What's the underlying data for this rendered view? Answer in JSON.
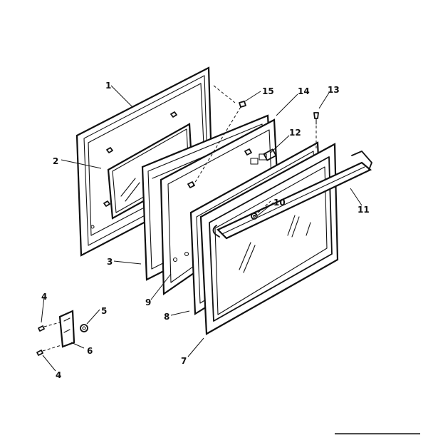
{
  "callouts": [
    {
      "id": "1",
      "label": "1"
    },
    {
      "id": "2",
      "label": "2"
    },
    {
      "id": "3",
      "label": "3"
    },
    {
      "id": "4a",
      "label": "4"
    },
    {
      "id": "4b",
      "label": "4"
    },
    {
      "id": "5",
      "label": "5"
    },
    {
      "id": "6",
      "label": "6"
    },
    {
      "id": "7",
      "label": "7"
    },
    {
      "id": "8",
      "label": "8"
    },
    {
      "id": "9",
      "label": "9"
    },
    {
      "id": "10",
      "label": "10"
    },
    {
      "id": "11",
      "label": "11"
    },
    {
      "id": "12",
      "label": "12"
    },
    {
      "id": "13",
      "label": "13"
    },
    {
      "id": "14",
      "label": "14"
    },
    {
      "id": "15",
      "label": "15"
    }
  ]
}
